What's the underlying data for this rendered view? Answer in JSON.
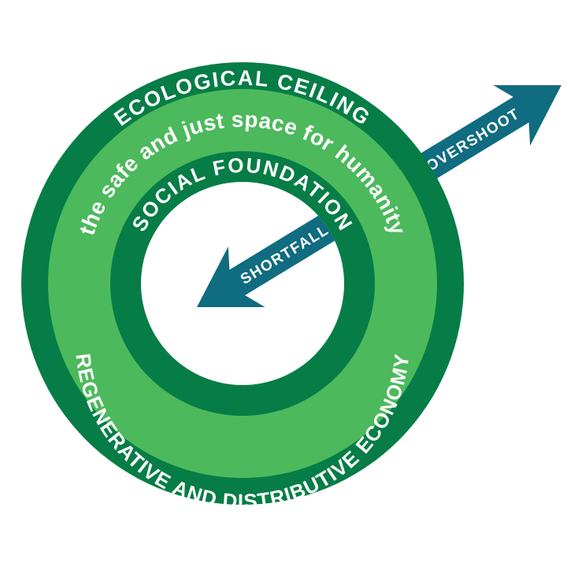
{
  "colors": {
    "dark_green": "#067d46",
    "light_green": "#4cb95c",
    "teal": "#106c80",
    "background": "#ffffff",
    "label_text": "#ffffff"
  },
  "diagram": {
    "outer_ring_top_label": "ECOLOGICAL CEILING",
    "middle_ring_label": "the safe and just space for humanity",
    "inner_ring_label": "SOCIAL FOUNDATION",
    "outer_ring_bottom_label": "REGENERATIVE AND DISTRIBUTIVE ECONOMY",
    "overshoot_arrow_label": "OVERSHOOT",
    "shortfall_arrow_label": "SHORTFALL"
  }
}
